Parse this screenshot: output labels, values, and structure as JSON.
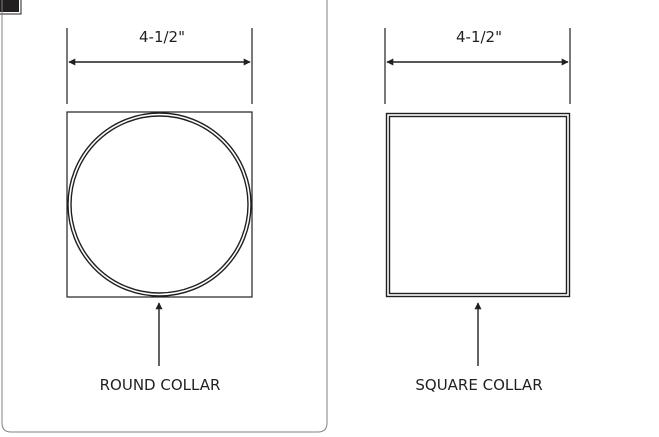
{
  "panels": [
    {
      "dimension": "4-1/2\"",
      "caption": "ROUND COLLAR"
    },
    {
      "dimension": "4-1/2\"",
      "caption": "SQUARE COLLAR"
    }
  ],
  "colors": {
    "stroke": "#231f20",
    "badge": "#231f20",
    "background": "#ffffff"
  }
}
